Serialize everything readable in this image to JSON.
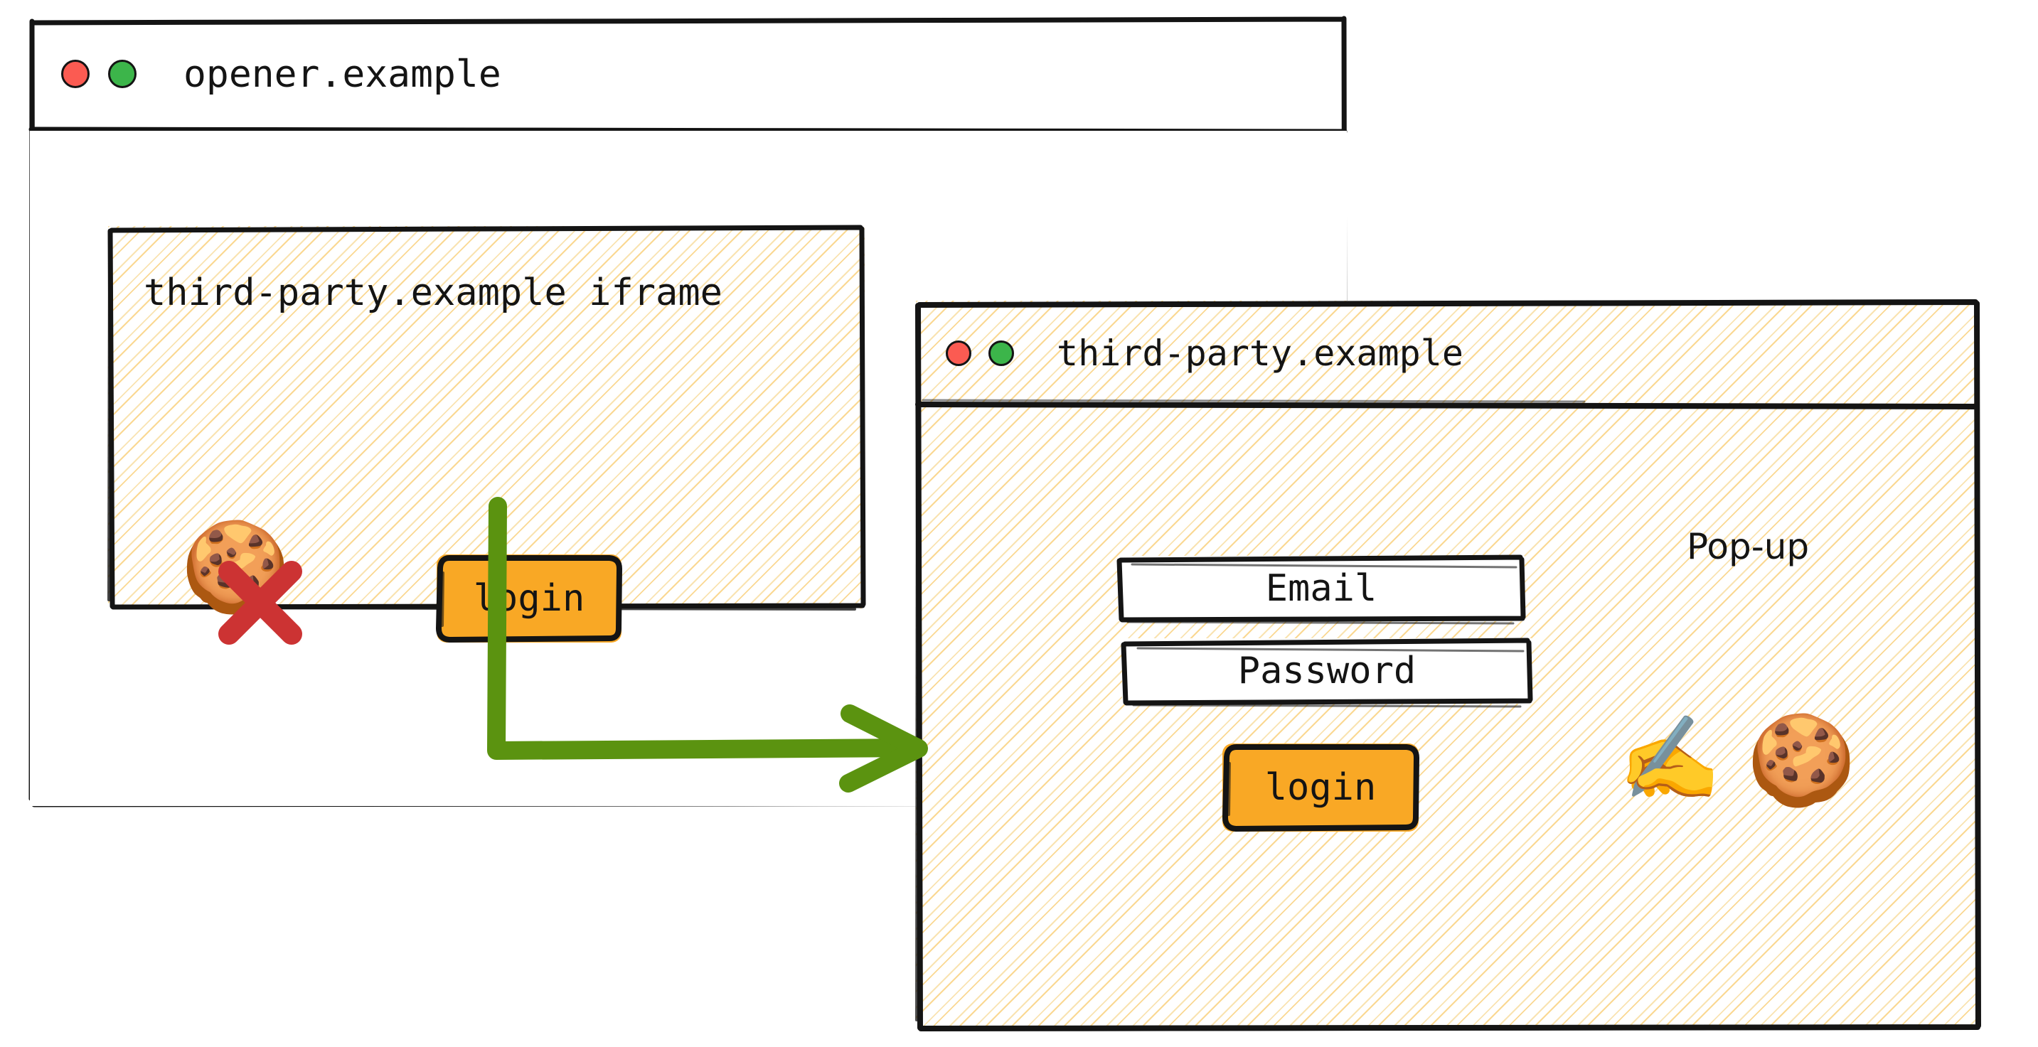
{
  "theme": {
    "ink": "#141414",
    "hatch": "#fad68c",
    "button_amber": "#f9a825",
    "arrow_green": "#5b9310",
    "cross_red": "#cc3333",
    "dot_red": "#fb5b52",
    "dot_green": "#3cb54a",
    "page_background": "#ffffff"
  },
  "opener_window": {
    "title": "opener.example",
    "traffic_lights": [
      "close-dot",
      "maximize-dot"
    ],
    "iframe": {
      "title": "third-party.example iframe",
      "cookie_icon": "🍪",
      "cookie_blocked_icon": "cross-mark",
      "login_button": "login"
    }
  },
  "popup_window": {
    "title": "third-party.example",
    "traffic_lights": [
      "close-dot",
      "maximize-dot"
    ],
    "label": "Pop-up",
    "fields": [
      {
        "name": "email",
        "value": "Email"
      },
      {
        "name": "password",
        "value": "Password"
      }
    ],
    "login_button": "login",
    "writing_hand_icon": "✍️",
    "cookie_icon": "🍪"
  },
  "flow": {
    "arrow": "login-opens-popup-arrow"
  }
}
